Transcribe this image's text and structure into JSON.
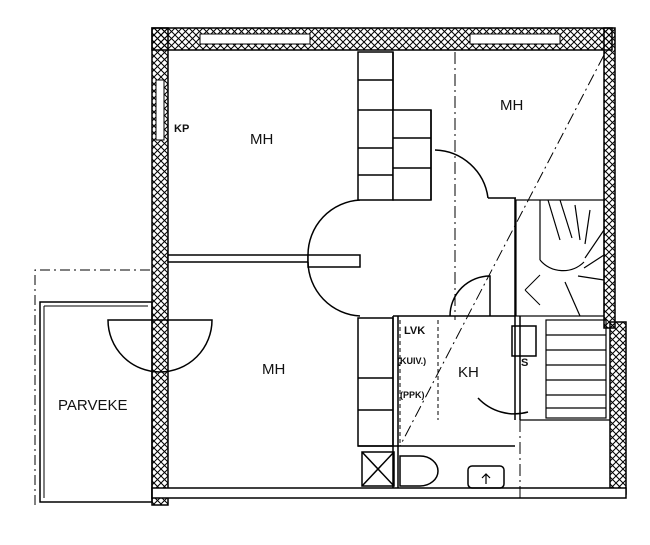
{
  "floorplan": {
    "rooms": {
      "mh_top_left": "MH",
      "mh_top_right": "MH",
      "mh_bottom": "MH",
      "kh": "KH",
      "parveke": "PARVEKE"
    },
    "labels": {
      "kp": "KP",
      "lvk": "LVK",
      "kuiv": "(KUIV.)",
      "ppk": "(PPK)",
      "s": "S"
    }
  }
}
